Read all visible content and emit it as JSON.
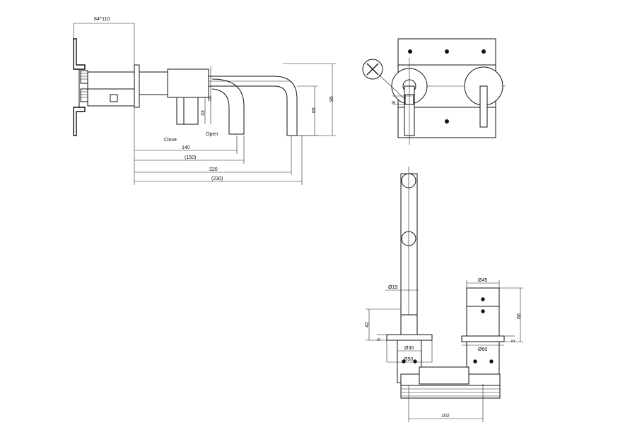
{
  "side_view": {
    "dim_top": "84^110",
    "dim_78": "78",
    "dim_33": "33",
    "dim_65": "65",
    "dim_95": "95",
    "label_close": "Close",
    "label_open": "Open",
    "dim_140": "140",
    "dim_150": "(150)",
    "dim_220": "220",
    "dim_230": "(230)"
  },
  "front_view": {
    "dim_8": "8"
  },
  "detail_view": {
    "dim_d19": "Ø19",
    "dim_d45": "Ø45",
    "dim_42": "42",
    "dim_5_left": "5",
    "dim_5_right": "5",
    "dim_66": "66",
    "dim_d30": "Ø30",
    "dim_d50": "Ø50",
    "dim_d60": "Ø60",
    "dim_102": "102"
  },
  "icons": {
    "no_symbol": "crossed-circle-icon"
  }
}
